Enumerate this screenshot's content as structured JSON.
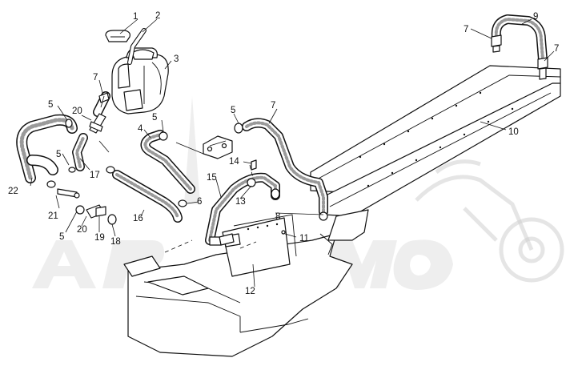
{
  "diagram": {
    "callouts": [
      {
        "id": "c1",
        "text": "1"
      },
      {
        "id": "c2",
        "text": "2"
      },
      {
        "id": "c3",
        "text": "3"
      },
      {
        "id": "c4",
        "text": "4"
      },
      {
        "id": "c5a",
        "text": "5"
      },
      {
        "id": "c5b",
        "text": "5"
      },
      {
        "id": "c5c",
        "text": "5"
      },
      {
        "id": "c5d",
        "text": "5"
      },
      {
        "id": "c5e",
        "text": "5"
      },
      {
        "id": "c6",
        "text": "6"
      },
      {
        "id": "c7a",
        "text": "7"
      },
      {
        "id": "c7b",
        "text": "7"
      },
      {
        "id": "c7c",
        "text": "7"
      },
      {
        "id": "c7d",
        "text": "7"
      },
      {
        "id": "c8",
        "text": "8"
      },
      {
        "id": "c9",
        "text": "9"
      },
      {
        "id": "c10",
        "text": "10"
      },
      {
        "id": "c11",
        "text": "11"
      },
      {
        "id": "c12",
        "text": "12"
      },
      {
        "id": "c13",
        "text": "13"
      },
      {
        "id": "c14",
        "text": "14"
      },
      {
        "id": "c15",
        "text": "15"
      },
      {
        "id": "c16",
        "text": "16"
      },
      {
        "id": "c17",
        "text": "17"
      },
      {
        "id": "c18",
        "text": "18"
      },
      {
        "id": "c19",
        "text": "19"
      },
      {
        "id": "c20a",
        "text": "20"
      },
      {
        "id": "c20b",
        "text": "20"
      },
      {
        "id": "c21",
        "text": "21"
      },
      {
        "id": "c22",
        "text": "22"
      }
    ]
  }
}
